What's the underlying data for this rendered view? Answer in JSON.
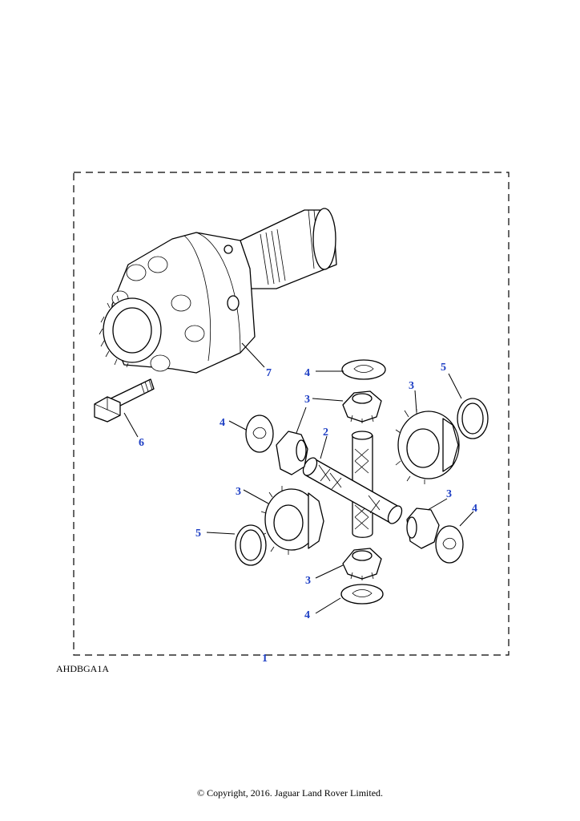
{
  "figure_ref": "AHDBGA1A",
  "copyright": "© Copyright, 2016. Jaguar Land Rover Limited.",
  "callouts": {
    "kit": "1",
    "cross_pin": "2",
    "gear_top_small": "3",
    "gear_right_large": "3",
    "gear_left_small": "3",
    "gear_left_large": "3",
    "gear_right_small": "3",
    "gear_bottom_small": "3",
    "washer_top": "4",
    "washer_left": "4",
    "washer_right": "4",
    "washer_bottom": "4",
    "thrust_washer_right": "5",
    "thrust_washer_left": "5",
    "bolt": "6",
    "differential_case": "7"
  },
  "colors": {
    "callout": "#1e3fc4",
    "line": "#000000"
  }
}
